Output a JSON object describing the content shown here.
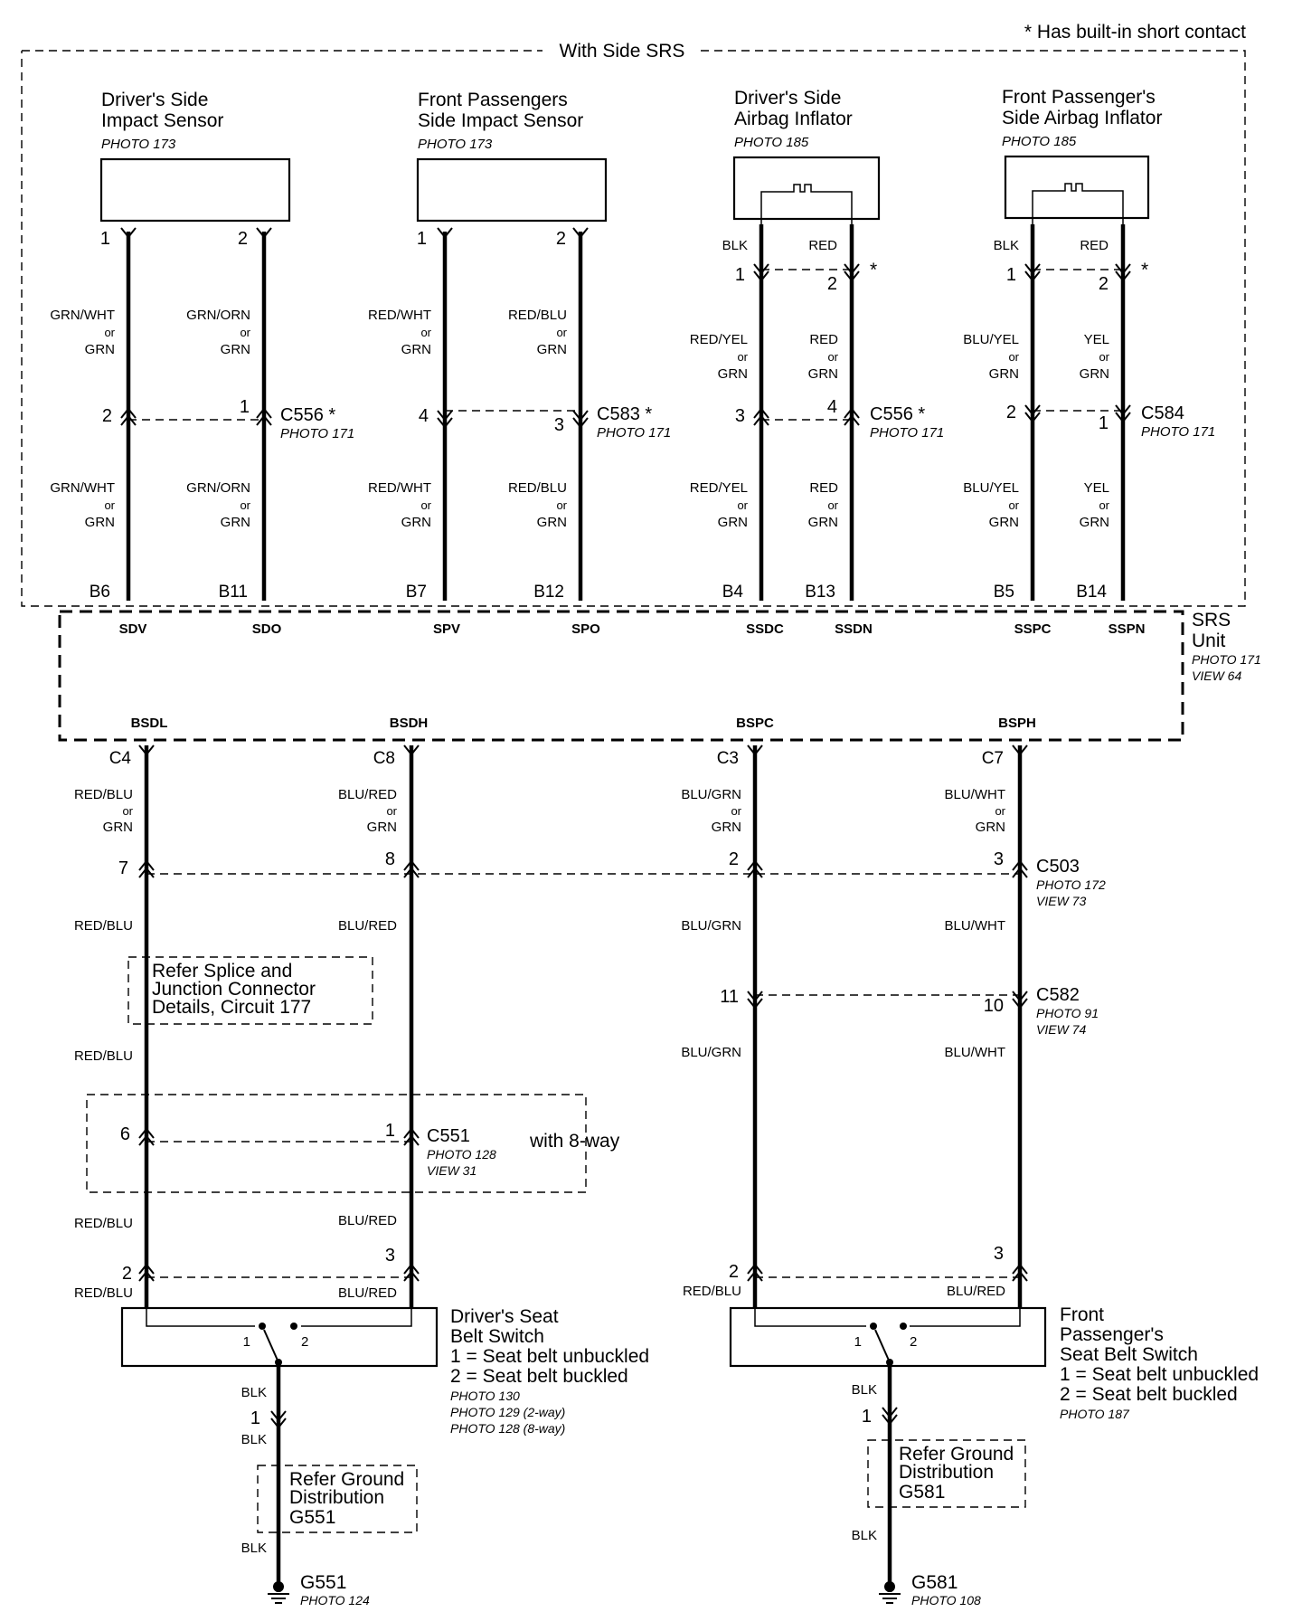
{
  "note": "* Has built-in short contact",
  "section_label": "With Side SRS",
  "components": {
    "drv_impact": {
      "line1": "Driver's Side",
      "line2": "Impact Sensor",
      "photo": "PHOTO 173"
    },
    "pas_impact": {
      "line1": "Front Passengers",
      "line2": "Side Impact Sensor",
      "photo": "PHOTO 173"
    },
    "drv_inflator": {
      "line1": "Driver's Side",
      "line2": "Airbag Inflator",
      "photo": "PHOTO 185"
    },
    "pas_inflator": {
      "line1": "Front Passenger's",
      "line2": "Side Airbag Inflator",
      "photo": "PHOTO 185"
    }
  },
  "srs_unit": {
    "line1": "SRS",
    "line2": "Unit",
    "photo": "PHOTO 171",
    "view": "VIEW 64"
  },
  "upper_wires": {
    "w1": {
      "top_pin": "1",
      "upper": [
        "GRN/WHT",
        "or",
        "GRN"
      ],
      "mid_pin": "2",
      "lower": [
        "GRN/WHT",
        "or",
        "GRN"
      ],
      "term": "B6",
      "signal": "SDV"
    },
    "w2": {
      "top_pin": "2",
      "upper": [
        "GRN/ORN",
        "or",
        "GRN"
      ],
      "mid_pin": "1",
      "lower": [
        "GRN/ORN",
        "or",
        "GRN"
      ],
      "term": "B11",
      "signal": "SDO"
    },
    "w3": {
      "top_pin": "1",
      "upper": [
        "RED/WHT",
        "or",
        "GRN"
      ],
      "mid_pin": "4",
      "lower": [
        "RED/WHT",
        "or",
        "GRN"
      ],
      "term": "B7",
      "signal": "SPV"
    },
    "w4": {
      "top_pin": "2",
      "upper": [
        "RED/BLU",
        "or",
        "GRN"
      ],
      "mid_pin": "3",
      "lower": [
        "RED/BLU",
        "or",
        "GRN"
      ],
      "term": "B12",
      "signal": "SPO"
    },
    "w5": {
      "top_color": "BLK",
      "top_pin": "1",
      "upper": [
        "RED/YEL",
        "or",
        "GRN"
      ],
      "mid_pin": "3",
      "lower": [
        "RED/YEL",
        "or",
        "GRN"
      ],
      "term": "B4",
      "signal": "SSDC"
    },
    "w6": {
      "top_color": "RED",
      "top_pin": "2",
      "upper": [
        "RED",
        "or",
        "GRN"
      ],
      "mid_pin": "4",
      "lower": [
        "RED",
        "or",
        "GRN"
      ],
      "term": "B13",
      "signal": "SSDN"
    },
    "w7": {
      "top_color": "BLK",
      "top_pin": "1",
      "upper": [
        "BLU/YEL",
        "or",
        "GRN"
      ],
      "mid_pin": "2",
      "lower": [
        "BLU/YEL",
        "or",
        "GRN"
      ],
      "term": "B5",
      "signal": "SSPC"
    },
    "w8": {
      "top_color": "RED",
      "top_pin": "2",
      "upper": [
        "YEL",
        "or",
        "GRN"
      ],
      "mid_pin": "1",
      "lower": [
        "YEL",
        "or",
        "GRN"
      ],
      "term": "B14",
      "signal": "SSPN"
    }
  },
  "upper_connectors": {
    "c556a": {
      "name": "C556 *",
      "photo": "PHOTO 171"
    },
    "c583": {
      "name": "C583 *",
      "photo": "PHOTO 171"
    },
    "c556b": {
      "name": "C556 *",
      "photo": "PHOTO 171"
    },
    "c584": {
      "name": "C584",
      "photo": "PHOTO 171"
    }
  },
  "short_star": "*",
  "lower_wires": {
    "l1": {
      "signal": "BSDL",
      "term": "C4",
      "upper": [
        "RED/BLU",
        "or",
        "GRN"
      ],
      "pin_c503": "7",
      "after_c503": "RED/BLU",
      "after_refer": "RED/BLU",
      "pin_c551": "6",
      "after_c551": "RED/BLU",
      "pin_sw": "2",
      "sw_color": "RED/BLU"
    },
    "l2": {
      "signal": "BSDH",
      "term": "C8",
      "upper": [
        "BLU/RED",
        "or",
        "GRN"
      ],
      "pin_c503": "8",
      "after_c503": "BLU/RED",
      "pin_c551": "1",
      "after_c551": "BLU/RED",
      "pin_sw": "3",
      "sw_color": "BLU/RED"
    },
    "l3": {
      "signal": "BSPC",
      "term": "C3",
      "upper": [
        "BLU/GRN",
        "or",
        "GRN"
      ],
      "pin_c503": "2",
      "after_c503": "BLU/GRN",
      "pin_c582": "11",
      "after_c582": "BLU/GRN",
      "pin_sw": "2",
      "sw_color": "RED/BLU"
    },
    "l4": {
      "signal": "BSPH",
      "term": "C7",
      "upper": [
        "BLU/WHT",
        "or",
        "GRN"
      ],
      "pin_c503": "3",
      "after_c503": "BLU/WHT",
      "pin_c582": "10",
      "after_c582": "BLU/WHT",
      "pin_sw": "3",
      "sw_color": "BLU/RED"
    }
  },
  "lower_connectors": {
    "c503": {
      "name": "C503",
      "photo": "PHOTO 172",
      "view": "VIEW 73"
    },
    "c582": {
      "name": "C582",
      "photo": "PHOTO 91",
      "view": "VIEW 74"
    },
    "c551": {
      "name": "C551",
      "photo": "PHOTO 128",
      "view": "VIEW 31",
      "note": "with 8-way"
    }
  },
  "refer_splice": [
    "Refer Splice and",
    "Junction Connector",
    "Details, Circuit 177"
  ],
  "drv_switch": {
    "title": [
      "Driver's Seat",
      "Belt Switch"
    ],
    "legend": [
      "1 = Seat belt unbuckled",
      "2 = Seat belt buckled"
    ],
    "photos": [
      "PHOTO 130",
      "PHOTO 129 (2-way)",
      "PHOTO 128 (8-way)"
    ],
    "pos1": "1",
    "pos2": "2",
    "out_color_a": "BLK",
    "out_pin": "1",
    "out_color_b": "BLK",
    "out_color_c": "BLK",
    "refer": [
      "Refer Ground",
      "Distribution",
      "G551"
    ],
    "ground": "G551",
    "ground_photo": "PHOTO 124"
  },
  "pas_switch": {
    "title": [
      "Front",
      "Passenger's",
      "Seat Belt Switch"
    ],
    "legend": [
      "1 = Seat belt unbuckled",
      "2 = Seat belt buckled"
    ],
    "photos": [
      "PHOTO 187"
    ],
    "pos1": "1",
    "pos2": "2",
    "out_color_a": "BLK",
    "out_pin": "1",
    "out_color_c": "BLK",
    "refer": [
      "Refer Ground",
      "Distribution",
      "G581"
    ],
    "ground": "G581",
    "ground_photo": "PHOTO 108"
  }
}
